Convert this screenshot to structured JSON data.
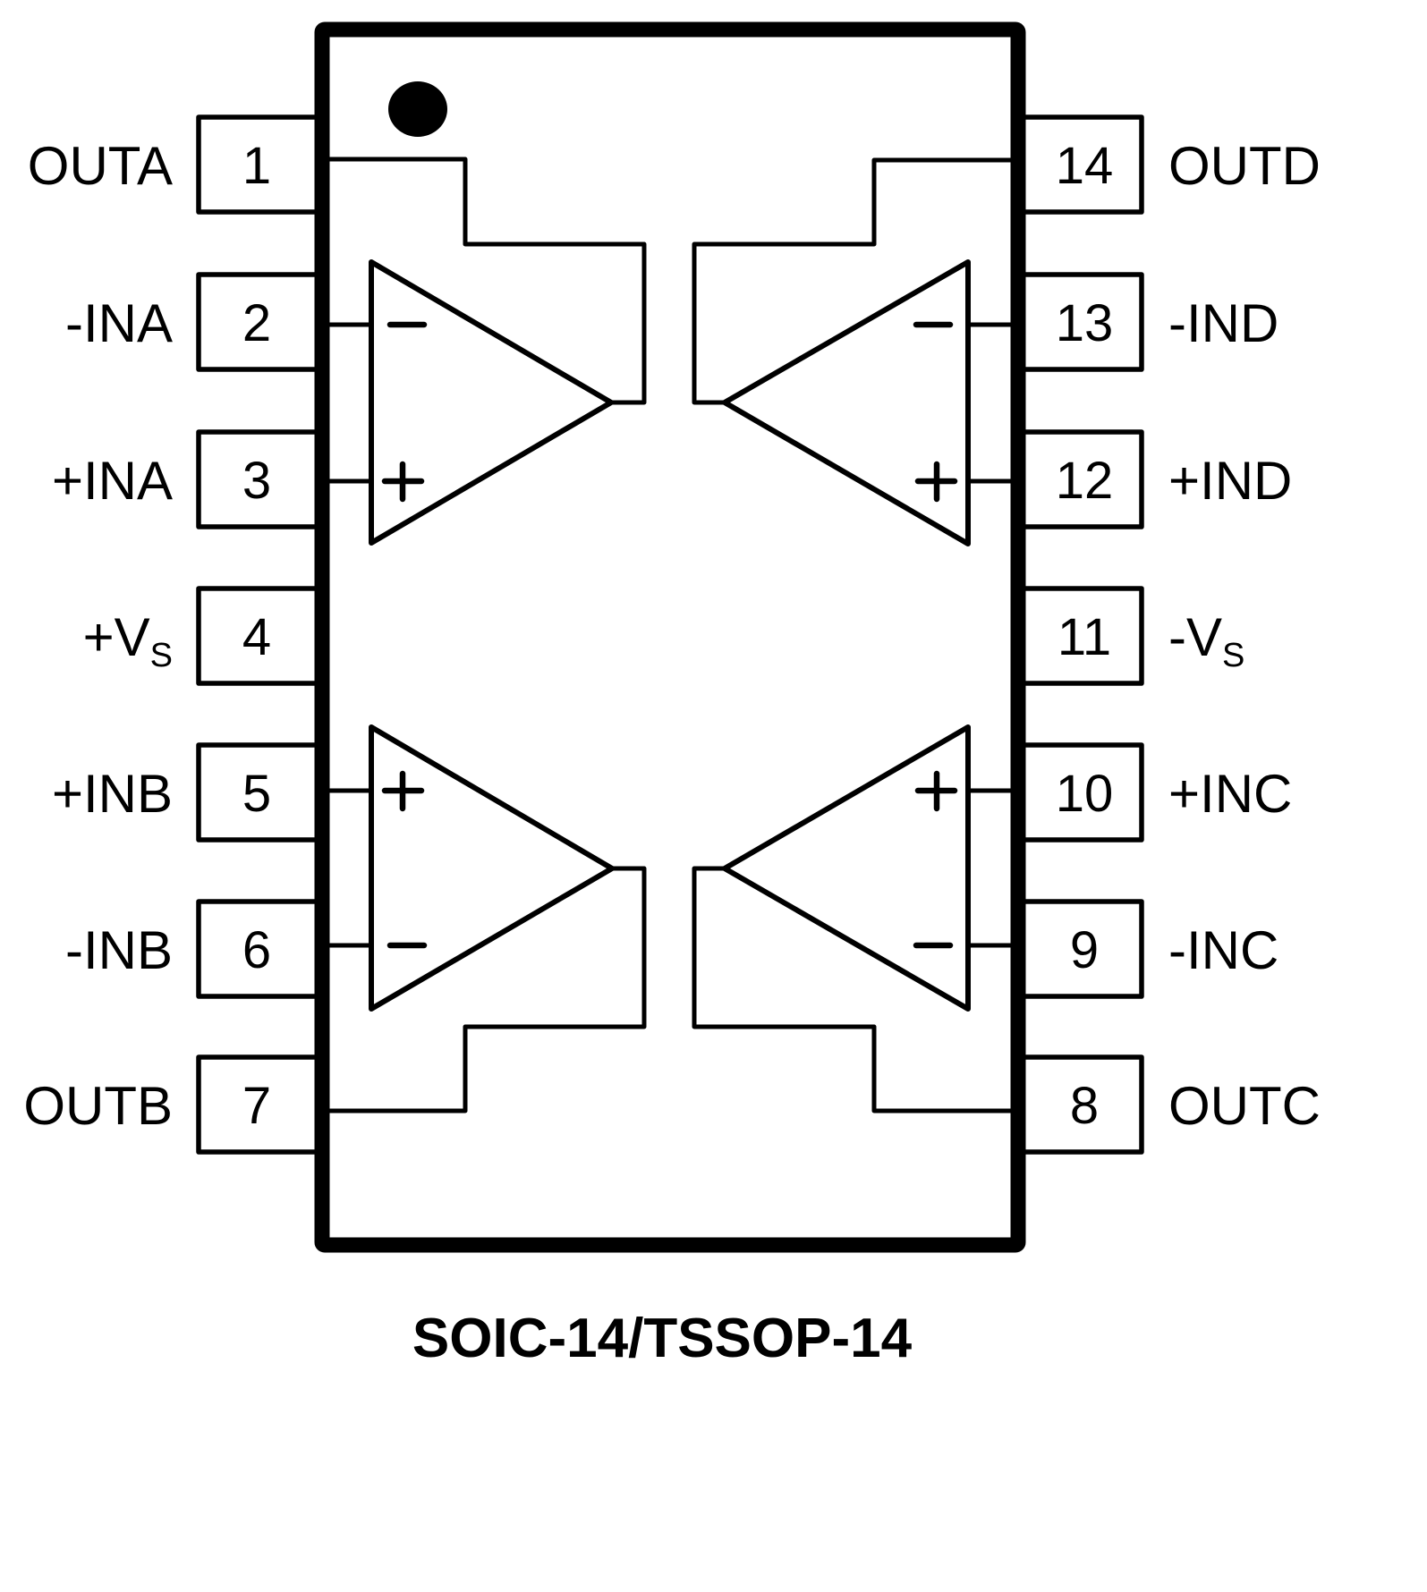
{
  "diagram": {
    "title": "SOIC-14/TSSOP-14",
    "pin1_marker": "pin-1-indicator-dot",
    "left_pins": [
      {
        "number": "1",
        "label": "OUTA",
        "sub": ""
      },
      {
        "number": "2",
        "label": "-INA",
        "sub": ""
      },
      {
        "number": "3",
        "label": "+INA",
        "sub": ""
      },
      {
        "number": "4",
        "label": "+V",
        "sub": "S"
      },
      {
        "number": "5",
        "label": "+INB",
        "sub": ""
      },
      {
        "number": "6",
        "label": "-INB",
        "sub": ""
      },
      {
        "number": "7",
        "label": "OUTB",
        "sub": ""
      }
    ],
    "right_pins": [
      {
        "number": "14",
        "label": "OUTD",
        "sub": ""
      },
      {
        "number": "13",
        "label": "-IND",
        "sub": ""
      },
      {
        "number": "12",
        "label": "+IND",
        "sub": ""
      },
      {
        "number": "11",
        "label": "-V",
        "sub": "S"
      },
      {
        "number": "10",
        "label": "+INC",
        "sub": ""
      },
      {
        "number": "9",
        "label": "-INC",
        "sub": ""
      },
      {
        "number": "8",
        "label": "OUTC",
        "sub": ""
      }
    ],
    "amplifiers": [
      {
        "name": "A",
        "inverting_pin": "2",
        "noninverting_pin": "3",
        "output_pin": "1",
        "top_input_sign": "−",
        "bottom_input_sign": "+"
      },
      {
        "name": "B",
        "inverting_pin": "6",
        "noninverting_pin": "5",
        "output_pin": "7",
        "top_input_sign": "+",
        "bottom_input_sign": "−"
      },
      {
        "name": "C",
        "inverting_pin": "9",
        "noninverting_pin": "10",
        "output_pin": "8",
        "top_input_sign": "+",
        "bottom_input_sign": "−"
      },
      {
        "name": "D",
        "inverting_pin": "13",
        "noninverting_pin": "12",
        "output_pin": "14",
        "top_input_sign": "−",
        "bottom_input_sign": "+"
      }
    ]
  }
}
